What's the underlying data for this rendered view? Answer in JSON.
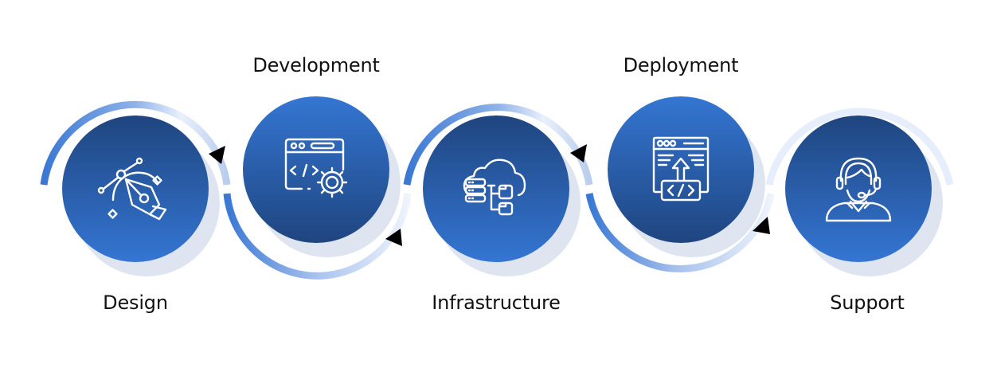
{
  "diagram": {
    "title": "",
    "steps": [
      {
        "id": "design",
        "label": "Design",
        "icon": "pen-tool-bezier-icon",
        "label_position": "below",
        "gradient": "dark-top"
      },
      {
        "id": "development",
        "label": "Development",
        "icon": "browser-code-gear-icon",
        "label_position": "above",
        "gradient": "light-top"
      },
      {
        "id": "infrastructure",
        "label": "Infrastructure",
        "icon": "cloud-server-folders-icon",
        "label_position": "below",
        "gradient": "dark-top"
      },
      {
        "id": "deployment",
        "label": "Deployment",
        "icon": "browser-upload-code-icon",
        "label_position": "above",
        "gradient": "light-top"
      },
      {
        "id": "support",
        "label": "Support",
        "icon": "headset-agent-icon",
        "label_position": "below",
        "gradient": "dark-top"
      }
    ],
    "flow": "left-to-right",
    "colors": {
      "circle_dark": "#1f4a8a",
      "circle_light": "#3374d0",
      "ring_strong": "#3a78d4",
      "ring_pale": "#e6eefb",
      "shadow": "#dfe5f0",
      "arrow": "#000000",
      "icon_stroke": "#ffffff",
      "label_text": "#111111"
    }
  }
}
